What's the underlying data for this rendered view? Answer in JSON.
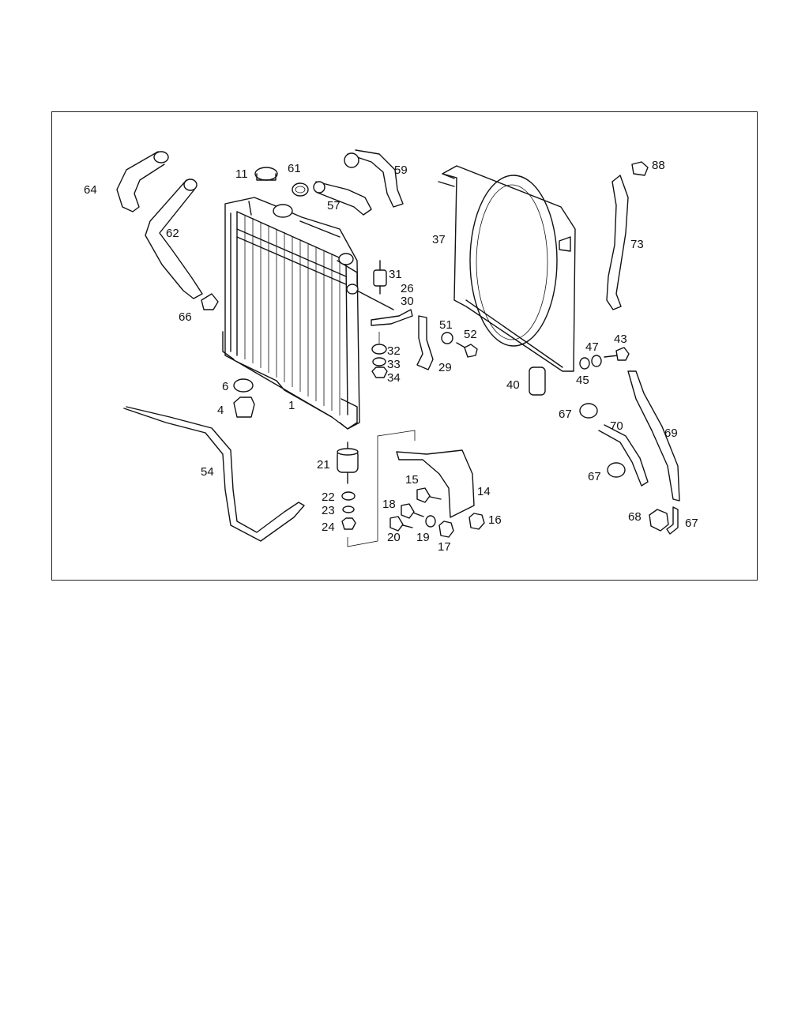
{
  "diagram": {
    "labels": [
      {
        "id": "64",
        "text": "64"
      },
      {
        "id": "62",
        "text": "62"
      },
      {
        "id": "66",
        "text": "66"
      },
      {
        "id": "11",
        "text": "11"
      },
      {
        "id": "61",
        "text": "61"
      },
      {
        "id": "57",
        "text": "57"
      },
      {
        "id": "59",
        "text": "59"
      },
      {
        "id": "31",
        "text": "31"
      },
      {
        "id": "26",
        "text": "26"
      },
      {
        "id": "30",
        "text": "30"
      },
      {
        "id": "32",
        "text": "32"
      },
      {
        "id": "33",
        "text": "33"
      },
      {
        "id": "34",
        "text": "34"
      },
      {
        "id": "29",
        "text": "29"
      },
      {
        "id": "51",
        "text": "51"
      },
      {
        "id": "52",
        "text": "52"
      },
      {
        "id": "37",
        "text": "37"
      },
      {
        "id": "40",
        "text": "40"
      },
      {
        "id": "47",
        "text": "47"
      },
      {
        "id": "43",
        "text": "43"
      },
      {
        "id": "45",
        "text": "45"
      },
      {
        "id": "88",
        "text": "88"
      },
      {
        "id": "73",
        "text": "73"
      },
      {
        "id": "6",
        "text": "6"
      },
      {
        "id": "4",
        "text": "4"
      },
      {
        "id": "1",
        "text": "1"
      },
      {
        "id": "54",
        "text": "54"
      },
      {
        "id": "21",
        "text": "21"
      },
      {
        "id": "22",
        "text": "22"
      },
      {
        "id": "23",
        "text": "23"
      },
      {
        "id": "24",
        "text": "24"
      },
      {
        "id": "15",
        "text": "15"
      },
      {
        "id": "14",
        "text": "14"
      },
      {
        "id": "18",
        "text": "18"
      },
      {
        "id": "16",
        "text": "16"
      },
      {
        "id": "20",
        "text": "20"
      },
      {
        "id": "19",
        "text": "19"
      },
      {
        "id": "17",
        "text": "17"
      },
      {
        "id": "67a",
        "text": "67"
      },
      {
        "id": "70",
        "text": "70"
      },
      {
        "id": "69",
        "text": "69"
      },
      {
        "id": "67b",
        "text": "67"
      },
      {
        "id": "68",
        "text": "68"
      },
      {
        "id": "67c",
        "text": "67"
      }
    ]
  }
}
